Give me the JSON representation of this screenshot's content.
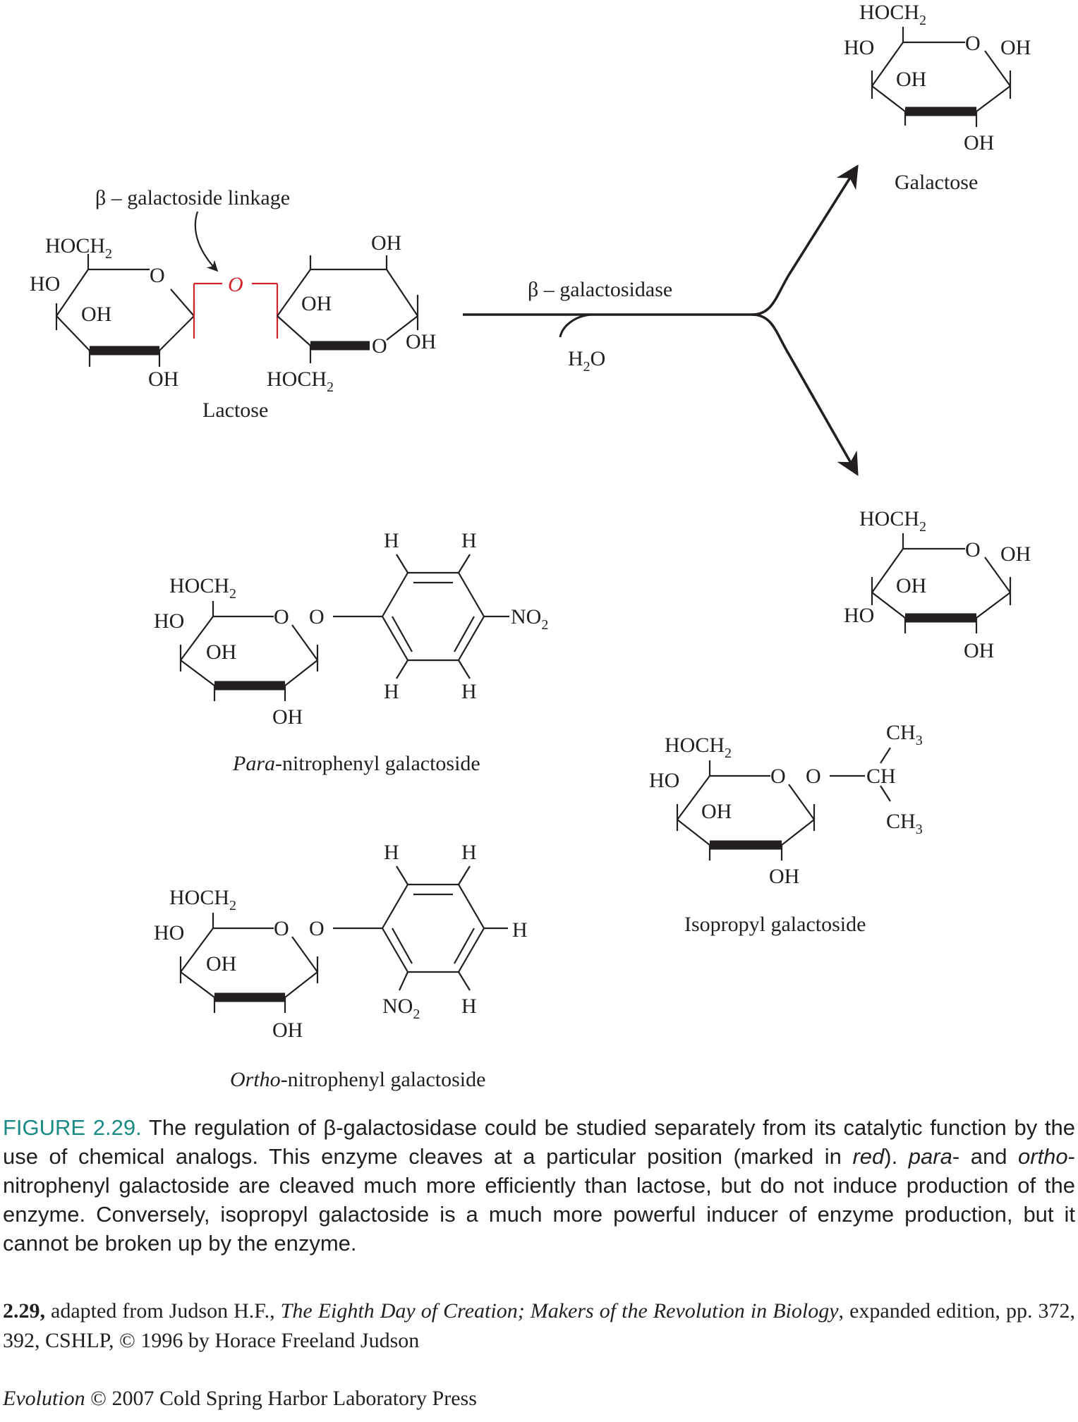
{
  "diagram": {
    "linkage_label": "β – galactoside linkage",
    "enzyme_label": "β – galactosidase",
    "water_label": "H2O",
    "names": {
      "lactose": "Lactose",
      "galactose": "Galactose",
      "para_prefix": "Para",
      "para_rest": "-nitrophenyl galactoside",
      "ortho_prefix": "Ortho",
      "ortho_rest": "-nitrophenyl galactoside",
      "isopropyl": "Isopropyl galactoside"
    },
    "atoms": {
      "hoch2": "HOCH",
      "sub2": "2",
      "sub3": "3",
      "ho": "HO",
      "oh": "OH",
      "o": "O",
      "h": "H",
      "no2": "NO",
      "ch": "CH",
      "ch3": "CH"
    },
    "colors": {
      "linkage": "#d1232a",
      "ink": "#231f20",
      "figure_label": "#1a8a84"
    }
  },
  "caption": {
    "label": "FIGURE 2.29.",
    "t1": " The regulation of β-galactosidase could be studied separately from its catalytic function by the use of chemical analogs. This enzyme cleaves at a particular position (marked in ",
    "t2": "red",
    "t3": "). ",
    "t4": "para",
    "t5": "- and ",
    "t6": "ortho",
    "t7": "-nitrophenyl galactoside are cleaved much more efficiently than lactose, but do not induce production of the enzyme. Conversely, isopropyl galactoside is a much more powerful inducer of enzyme production, but it cannot be broken up by the enzyme."
  },
  "credit": {
    "prefix": "2.29,",
    "t1": " adapted from Judson H.F., ",
    "title": "The Eighth Day of Creation; Makers of the Revolution in Biology",
    "t2": ", expanded edition, pp. 372, 392, CSHLP, © 1996 by Horace Freeland Judson"
  },
  "footer": {
    "book": "Evolution",
    "rest": " © 2007 Cold Spring Harbor Laboratory Press"
  }
}
